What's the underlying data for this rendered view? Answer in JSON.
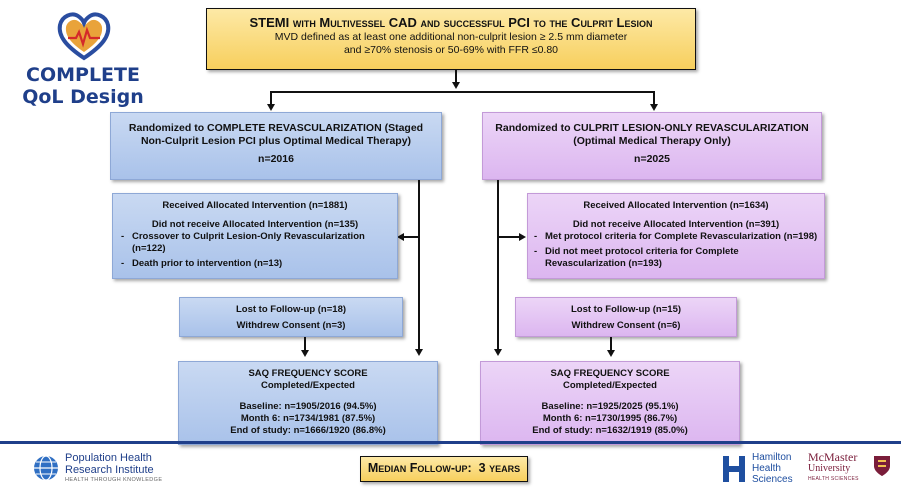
{
  "logo": {
    "line1": "COMPLETE",
    "line2": "QoL Design"
  },
  "top": {
    "title": "STEMI with Multivessel CAD and successful PCI to the Culprit Lesion",
    "line2": "MVD defined as at least one additional non-culprit lesion ≥ 2.5 mm diameter",
    "line3": "and ≥70% stenosis or 50-69% with FFR ≤0.80"
  },
  "left": {
    "rand_line1": "Randomized to COMPLETE REVASCULARIZATION (Staged",
    "rand_line2": "Non-Culprit Lesion PCI plus Optimal Medical Therapy)",
    "rand_n": "n=2016",
    "received": "Received Allocated Intervention (n=1881)",
    "not_received": "Did not receive Allocated Intervention (n=135)",
    "reasons": [
      "Crossover to Culprit Lesion-Only Revascularization (n=122)",
      "Death prior to intervention (n=13)"
    ],
    "lost": "Lost to Follow-up (n=18)",
    "withdrew": "Withdrew Consent (n=3)",
    "saq_title": "SAQ FREQUENCY SCORE",
    "saq_sub": "Completed/Expected",
    "baseline": "Baseline: n=1905/2016 (94.5%)",
    "month6": "Month 6: n=1734/1981 (87.5%)",
    "end": "End of study: n=1666/1920 (86.8%)"
  },
  "right": {
    "rand_line1": "Randomized to CULPRIT LESION-ONLY REVASCULARIZATION",
    "rand_line2": "(Optimal Medical Therapy Only)",
    "rand_n": "n=2025",
    "received": "Received Allocated Intervention (n=1634)",
    "not_received": "Did not receive Allocated Intervention (n=391)",
    "reasons": [
      "Met protocol criteria for Complete Revascularization (n=198)",
      "Did not meet protocol criteria for Complete Revascularization (n=193)"
    ],
    "lost": "Lost to Follow-up (n=15)",
    "withdrew": "Withdrew Consent (n=6)",
    "saq_title": "SAQ FREQUENCY SCORE",
    "saq_sub": "Completed/Expected",
    "baseline": "Baseline: n=1925/2025 (95.1%)",
    "month6": "Month 6: n=1730/1995 (86.7%)",
    "end": "End of study: n=1632/1919 (85.0%)"
  },
  "footer": {
    "phri_line1": "Population Health",
    "phri_line2": "Research Institute",
    "phri_tagline": "HEALTH THROUGH KNOWLEDGE",
    "median": "Median Follow-up:  3 years",
    "hamilton_line1": "Hamilton",
    "hamilton_line2": "Health",
    "hamilton_line3": "Sciences",
    "mcmaster_line1": "McMaster",
    "mcmaster_line2": "University",
    "mcmaster_tagline": "HEALTH SCIENCES"
  }
}
